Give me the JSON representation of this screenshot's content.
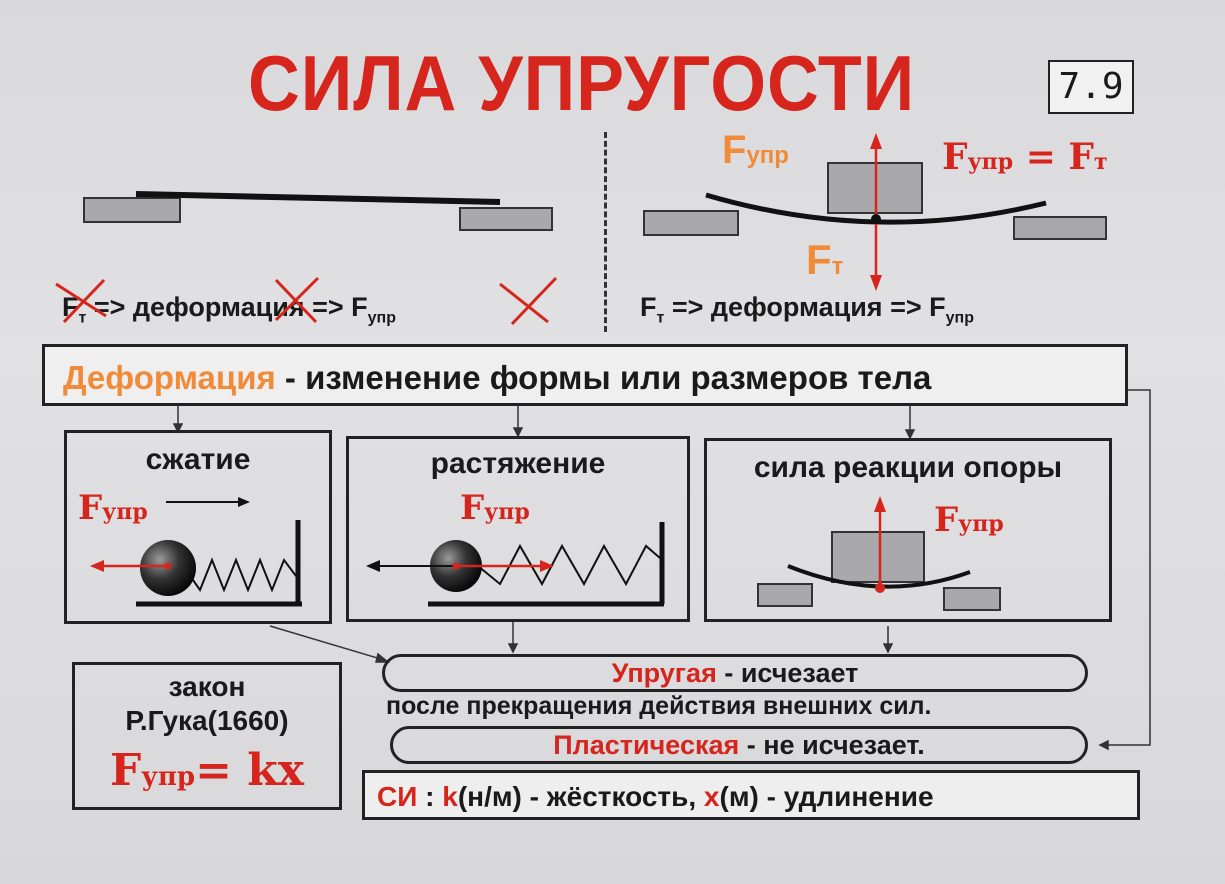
{
  "title": "СИЛА УПРУГОСТИ",
  "badge": "7.9",
  "top_left": {
    "formula_ft": "F",
    "formula_ft_sub": "т",
    "arrow1": "=>",
    "word": "деформация",
    "arrow2": "=>",
    "formula_f": "F",
    "formula_f_sub": "упр"
  },
  "top_right": {
    "f_upr_label": "F",
    "f_upr_sub": "упр",
    "equation_lhs": "F",
    "equation_lhs_sub": "упр",
    "equation_eq": "=",
    "equation_rhs": "F",
    "equation_rhs_sub": "т",
    "ft_label": "F",
    "ft_sub": "т",
    "formula_ft": "F",
    "formula_ft_sub": "т",
    "arrow1": "=>",
    "word": "деформация",
    "arrow2": "=>",
    "formula_f": "F",
    "formula_f_sub": "упр"
  },
  "definition": {
    "term": "Деформация",
    "rest": " - изменение формы или размеров тела"
  },
  "boxes": {
    "compression": {
      "label": "сжатие",
      "force": "F",
      "force_sub": "упр"
    },
    "tension": {
      "label": "растяжение",
      "force": "F",
      "force_sub": "упр"
    },
    "support": {
      "label": "сила реакции опоры",
      "force": "F",
      "force_sub": "упр"
    }
  },
  "hooke": {
    "line1": "закон",
    "line2": "Р.Гука(1660)",
    "formula_f": "F",
    "formula_sub": "упр",
    "formula_rest": "= kx"
  },
  "elastic": {
    "term": "Упругая",
    "rest": " - исчезает",
    "after": "после прекращения действия внешних сил."
  },
  "plastic": {
    "term": "Пластическая",
    "rest": " - не исчезает."
  },
  "si": {
    "prefix": "СИ",
    "colon": " : ",
    "k": "k",
    "k_unit": "(н/м) - жёсткость, ",
    "x": "x",
    "x_unit": "(м) - удлинение"
  },
  "colors": {
    "accent_red": "#d6251c",
    "accent_orange": "#f08b3a"
  }
}
